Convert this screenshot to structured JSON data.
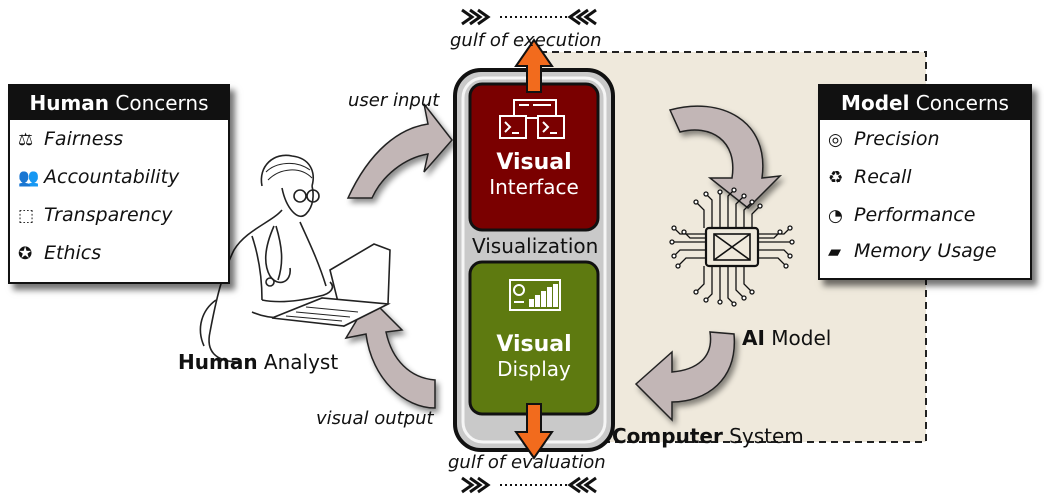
{
  "human_concerns": {
    "title_bold": "Human",
    "title_rest": " Concerns",
    "items": [
      {
        "icon": "scales-icon",
        "label": "Fairness"
      },
      {
        "icon": "people-icon",
        "label": "Accountability"
      },
      {
        "icon": "frame-icon",
        "label": "Transparency"
      },
      {
        "icon": "badge-icon",
        "label": "Ethics"
      }
    ]
  },
  "model_concerns": {
    "title_bold": "Model",
    "title_rest": " Concerns",
    "items": [
      {
        "icon": "target-icon",
        "label": "Precision"
      },
      {
        "icon": "recycle-icon",
        "label": "Recall"
      },
      {
        "icon": "gauge-icon",
        "label": "Performance"
      },
      {
        "icon": "usb-drive-icon",
        "label": "Memory Usage"
      }
    ]
  },
  "labels": {
    "gulf_execution": "gulf of execution",
    "gulf_evaluation": "gulf of evaluation",
    "user_input": "user input",
    "visual_output": "visual output",
    "visualization": "Visualization",
    "human_bold": "Human",
    "human_rest": " Analyst",
    "ai_bold": "AI",
    "ai_rest": " Model",
    "computer_bold": "Computer",
    "computer_rest": " System"
  },
  "visual_interface": {
    "title": "Visual",
    "subtitle": "Interface"
  },
  "visual_display": {
    "title": "Visual",
    "subtitle": "Display"
  },
  "colors": {
    "interface_fill": "#7a0000",
    "display_fill": "#5e7a10",
    "system_fill": "#efe9dc",
    "orange_arrow": "#f26b1d",
    "grey_arrow": "#bfb3b3"
  }
}
